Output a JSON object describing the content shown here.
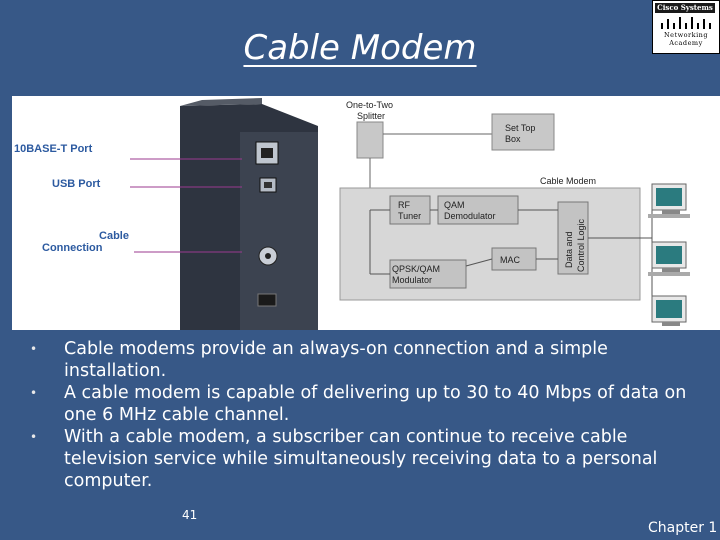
{
  "slide": {
    "title": "Cable Modem",
    "logo": {
      "line1": "Cisco Systems",
      "line2": "Networking",
      "line3": "Academy"
    },
    "figure": {
      "device_labels": {
        "ethernet": "10BASE-T Port",
        "usb": "USB Port",
        "cable1": "Cable",
        "cable2": "Connection"
      },
      "diagram_labels": {
        "splitter1": "One-to-Two",
        "splitter2": "Splitter",
        "settop1": "Set Top",
        "settop2": "Box",
        "cable_modem": "Cable Modem",
        "rf1": "RF",
        "rf2": "Tuner",
        "qam1": "QAM",
        "qam2": "Demodulator",
        "mac": "MAC",
        "qpsk1": "QPSK/QAM",
        "qpsk2": "Modulator",
        "logic1": "Data and",
        "logic2": "Control Logic"
      }
    },
    "bullets": [
      "Cable modems provide an always-on connection and a simple installation.",
      "A cable modem is capable of delivering up to 30 to 40 Mbps of data on one 6 MHz cable channel.",
      "With a cable modem, a subscriber can continue to receive cable television service while simultaneously receiving data to a personal computer."
    ],
    "bullet_marker": "•",
    "page_number": "41",
    "chapter": "Chapter 1"
  }
}
